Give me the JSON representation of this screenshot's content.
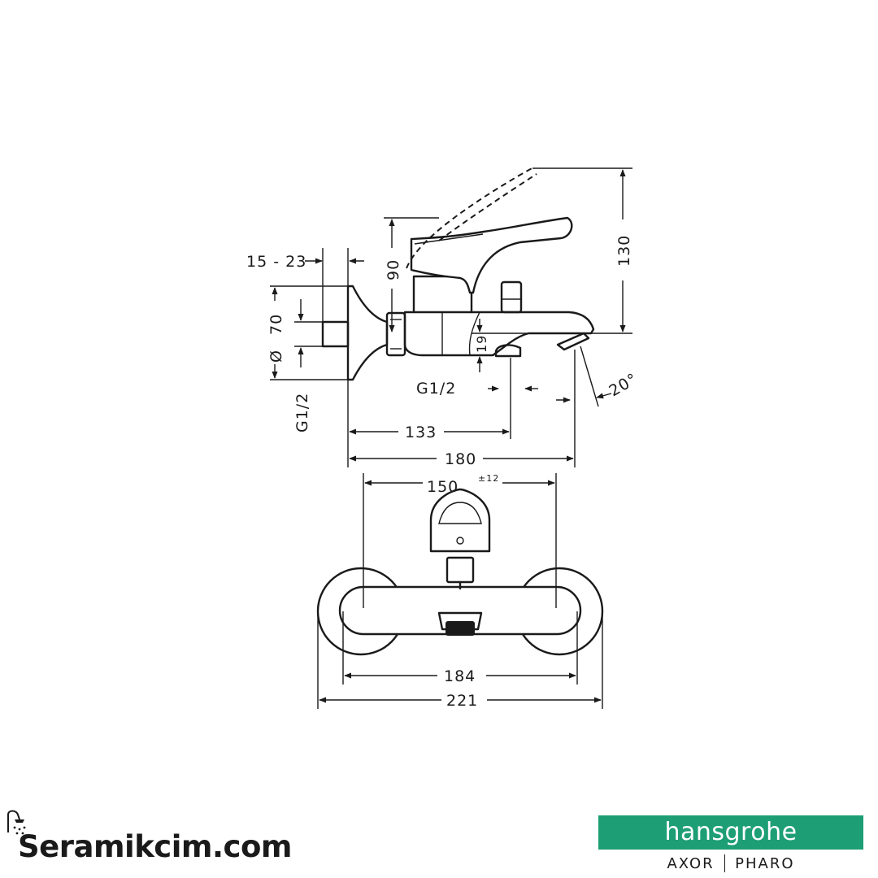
{
  "dimensions": {
    "range_15_23": "15 - 23",
    "d90": "90",
    "d130": "130",
    "d70": "70",
    "dia_symbol": "Ø",
    "g_half_left": "G1/2",
    "d19": "19",
    "g_half_bottom": "G1/2",
    "angle_20": "20°",
    "d133": "133",
    "d180": "180",
    "d150": "150",
    "d150_tol": "±12",
    "d184": "184",
    "d221": "221"
  },
  "footer": {
    "site_name": "Seramikcim.com",
    "brand": "hansgrohe",
    "sub_brand_1": "AXOR",
    "sub_brand_2": "PHARO",
    "brand_color": "#1d9e74"
  }
}
